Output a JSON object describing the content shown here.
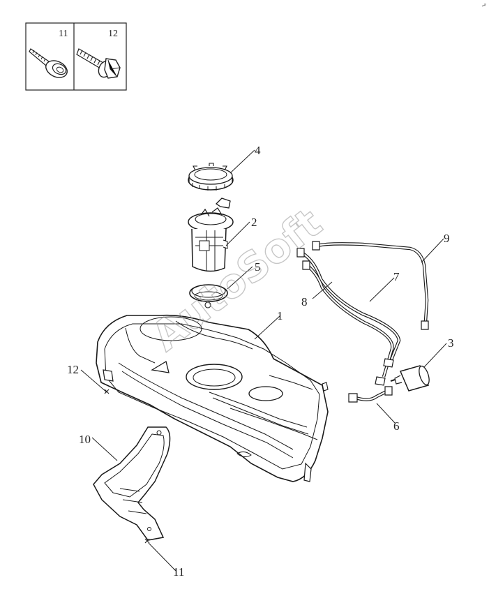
{
  "watermark": "AutoSoft",
  "legend": [
    {
      "number": "11",
      "icon": "tapping-screw-with-washer-icon"
    },
    {
      "number": "12",
      "icon": "hex-flange-bolt-icon"
    }
  ],
  "callouts": [
    {
      "id": "1",
      "part": "fuel-tank"
    },
    {
      "id": "2",
      "part": "fuel-pump-module"
    },
    {
      "id": "3",
      "part": "fuel-filter"
    },
    {
      "id": "4",
      "part": "lock-ring"
    },
    {
      "id": "5",
      "part": "seal-ring"
    },
    {
      "id": "6",
      "part": "filter-hose"
    },
    {
      "id": "7",
      "part": "fuel-line"
    },
    {
      "id": "8",
      "part": "fuel-line"
    },
    {
      "id": "9",
      "part": "return-line"
    },
    {
      "id": "10",
      "part": "heat-shield"
    },
    {
      "id": "11",
      "part": "screw"
    },
    {
      "id": "12",
      "part": "bolt"
    }
  ]
}
